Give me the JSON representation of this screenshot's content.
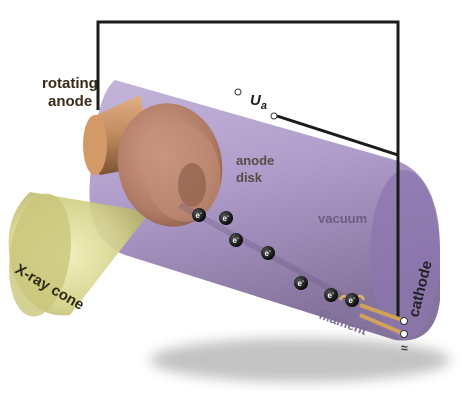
{
  "labels": {
    "rotating_line1": "rotating",
    "rotating_line2": "anode",
    "anode_disk_line1": "anode",
    "anode_disk_line2": "disk",
    "voltage_main": "U",
    "voltage_sub": "a",
    "vacuum": "vacuum",
    "xray_cone": "X-ray cone",
    "cathode": "cathode",
    "filament": "filament",
    "electron": "e",
    "electron_sup": "-",
    "heater_symbol": "≈"
  },
  "colors": {
    "tube_body": "#a893c4",
    "tube_end": "#9682b5",
    "anode_shaft": "#c08a5d",
    "anode_disk": "#b7866f",
    "xray_cone": "#d6d48a",
    "circuit_wire": "#1b1b1b",
    "electron_fill": "#111111",
    "filament": "#d0a25b"
  },
  "electron_count": 7
}
